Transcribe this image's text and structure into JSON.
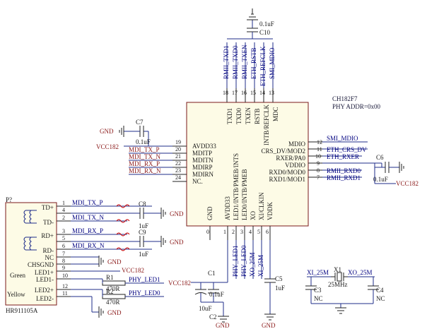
{
  "chip": {
    "part": "CH182F7",
    "addr_note": "PHY ADDR=0x00",
    "left_pins": [
      {
        "num": "19",
        "name": "AVDD33",
        "net": ""
      },
      {
        "num": "20",
        "name": "MDITP",
        "net": "MDI_TX_P"
      },
      {
        "num": "21",
        "name": "MDITN",
        "net": "MDI_TX_N"
      },
      {
        "num": "22",
        "name": "MDIRP",
        "net": "MDI_RX_P"
      },
      {
        "num": "23",
        "name": "MDIRN",
        "net": "MDI_RX_N"
      },
      {
        "num": "24",
        "name": "NC.",
        "net": ""
      }
    ],
    "right_pins": [
      {
        "num": "12",
        "name": "MDIO",
        "net": "SMI_MDIO"
      },
      {
        "num": "11",
        "name": "CRS_DV/MOD2",
        "net": "ETH_CRS_DV"
      },
      {
        "num": "10",
        "name": "RXER/PA0",
        "net": "ETH_RXER"
      },
      {
        "num": "9",
        "name": "VDDIO",
        "net": ""
      },
      {
        "num": "8",
        "name": "RXD0/MOD0",
        "net": "RMII_RXD0"
      },
      {
        "num": "7",
        "name": "RXD1/MOD1",
        "net": "RMII_RXD1"
      }
    ],
    "top_pins": [
      {
        "num": "18",
        "name": "TXD1",
        "net": "RMII_TXD1"
      },
      {
        "num": "17",
        "name": "TXD0",
        "net": "RMII_TXD0"
      },
      {
        "num": "16",
        "name": "TXEN",
        "net": "RMII_TXEN"
      },
      {
        "num": "15",
        "name": "RSTB",
        "net": "ETH_RSTB"
      },
      {
        "num": "14",
        "name": "INTB/REFCLK",
        "net": "ETH_REFCLK"
      },
      {
        "num": "13",
        "name": "MDC",
        "net": "SMI_MDIO"
      }
    ],
    "bottom_pins": [
      {
        "num": "0",
        "name": "GND",
        "net": ""
      },
      {
        "num": "1",
        "name": "AVDD33",
        "net": ""
      },
      {
        "num": "2",
        "name": "LED1/INTB/PMEB/INTS",
        "net": "PHY_LED1"
      },
      {
        "num": "3",
        "name": "LED0/INTB/PMEB",
        "net": "PHY_LED0"
      },
      {
        "num": "4",
        "name": "XO",
        "net": "XO_25M"
      },
      {
        "num": "5",
        "name": "XI/CLKIN",
        "net": "XI_25M"
      },
      {
        "num": "6",
        "name": "VDDK",
        "net": ""
      }
    ]
  },
  "connector": {
    "ref": "P?",
    "part": "HR911105A",
    "pins": [
      {
        "num": "1",
        "name": "TD+",
        "net": "MDI_TX_P"
      },
      {
        "num": "4",
        "name": "",
        "net": ""
      },
      {
        "num": "2",
        "name": "TD-",
        "net": "MDI_TX_N"
      },
      {
        "num": "3",
        "name": "RD+",
        "net": "MDI_RX_P"
      },
      {
        "num": "5",
        "name": "",
        "net": ""
      },
      {
        "num": "6",
        "name": "RD-",
        "net": "MDI_RX_N"
      },
      {
        "num": "7",
        "name": "NC",
        "net": ""
      },
      {
        "num": "8",
        "name": "CHSGND",
        "net": ""
      },
      {
        "num": "9",
        "name": "LED1+",
        "net": ""
      },
      {
        "num": "10",
        "name": "LED1-",
        "net": ""
      },
      {
        "num": "12",
        "name": "LED2+",
        "net": ""
      },
      {
        "num": "11",
        "name": "LED2-",
        "net": ""
      }
    ],
    "green": "Green",
    "yellow": "Yellow"
  },
  "components": {
    "c10": {
      "ref": "C10",
      "value": "0.1uF"
    },
    "c7": {
      "ref": "C7",
      "value": "0.1uF"
    },
    "c6": {
      "ref": "C6",
      "value": "0.1uF"
    },
    "c8": {
      "ref": "C8",
      "value": "1uF"
    },
    "c9": {
      "ref": "C9",
      "value": "1uF"
    },
    "c1": {
      "ref": "C1",
      "value": "0.1uF"
    },
    "c2": {
      "ref": "C2",
      "value": "10uF"
    },
    "c5": {
      "ref": "C5",
      "value": "1uF"
    },
    "c3": {
      "ref": "C3",
      "value": "NC"
    },
    "c4": {
      "ref": "C4",
      "value": "NC"
    },
    "r1": {
      "ref": "R1",
      "value": "470R"
    },
    "r2": {
      "ref": "R2",
      "value": "470R"
    },
    "x1": {
      "ref": "X1",
      "value": "25MHz"
    }
  },
  "power": {
    "vcc": "VCC182",
    "gnd": "GND"
  },
  "nets": {
    "phy_led1": "PHY_LED1",
    "phy_led0": "PHY_LED0",
    "xi": "XI_25M",
    "xo": "XO_25M",
    "mdi_tx_p": "MDI_TX_P",
    "mdi_tx_n": "MDI_TX_N",
    "mdi_rx_p": "MDI_RX_P",
    "mdi_rx_n": "MDI_RX_N"
  }
}
